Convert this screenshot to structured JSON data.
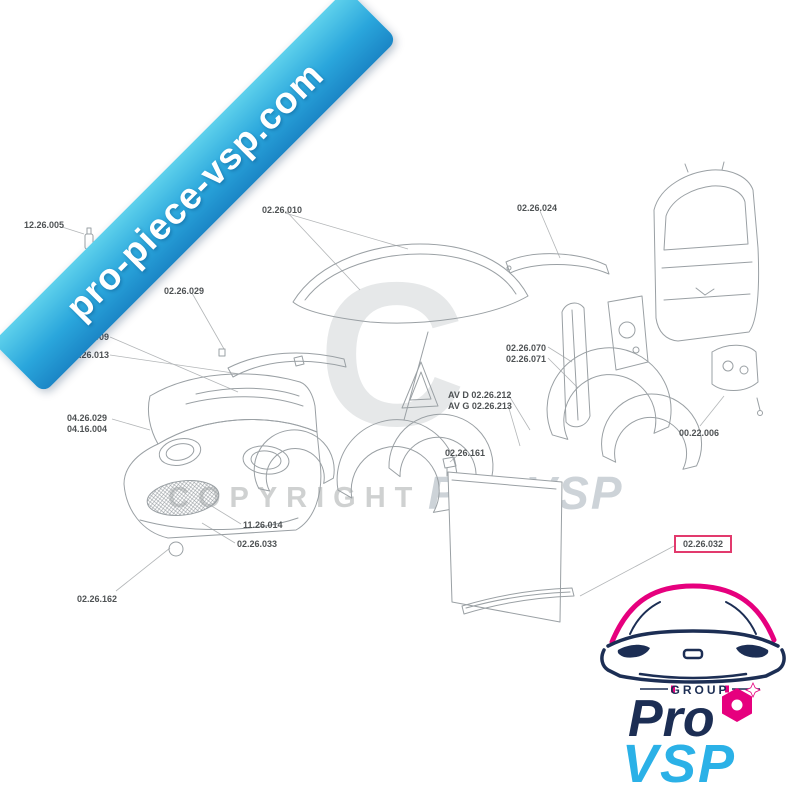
{
  "banner": {
    "text": "pro-piece-vsp.com"
  },
  "watermark": {
    "letter": "C",
    "line1": "COPYRIGHT",
    "line2": "Pro VSP"
  },
  "diagram": {
    "highlight_color": "#e23a6d",
    "line_color": "#9aa0a4",
    "icons": [
      "paint-bottle-icon"
    ],
    "labels": [
      {
        "text": "12.26.005"
      },
      {
        "text": "02.26.010"
      },
      {
        "text": "02.26.024"
      },
      {
        "text": "02.26.029"
      },
      {
        "text": "25.26.009"
      },
      {
        "text": "25.26.013"
      },
      {
        "text": "02.26.070"
      },
      {
        "text": "02.26.071"
      },
      {
        "text": "AV D 02.26.212"
      },
      {
        "text": "AV G 02.26.213"
      },
      {
        "text": "04.26.029"
      },
      {
        "text": "04.16.004"
      },
      {
        "text": "02.26.161"
      },
      {
        "text": "00.22.006"
      },
      {
        "text": "11.26.014"
      },
      {
        "text": "02.26.033"
      },
      {
        "text": "02.26.162"
      },
      {
        "text": "02.26.032"
      }
    ]
  },
  "logo": {
    "group": "GROUP",
    "pro": "Pro",
    "vsp": "VSP",
    "navy": "#1c2e54",
    "pink": "#e6007e",
    "cyan": "#2bb1e7"
  }
}
